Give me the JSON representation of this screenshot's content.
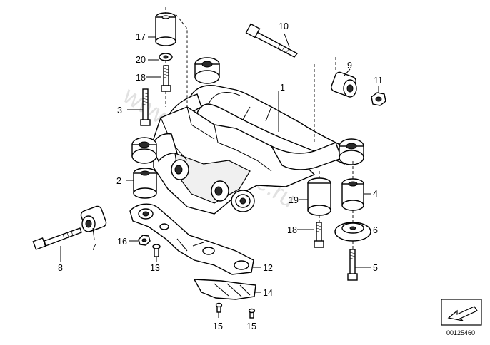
{
  "watermark": "www.BMWstore.ru",
  "catalog_number": "00125460",
  "callouts": [
    {
      "id": "c1",
      "label": "1"
    },
    {
      "id": "c2",
      "label": "2"
    },
    {
      "id": "c3",
      "label": "3"
    },
    {
      "id": "c4",
      "label": "4"
    },
    {
      "id": "c5",
      "label": "5"
    },
    {
      "id": "c6",
      "label": "6"
    },
    {
      "id": "c7",
      "label": "7"
    },
    {
      "id": "c8",
      "label": "8"
    },
    {
      "id": "c9",
      "label": "9"
    },
    {
      "id": "c10",
      "label": "10"
    },
    {
      "id": "c11",
      "label": "11"
    },
    {
      "id": "c12",
      "label": "12"
    },
    {
      "id": "c13",
      "label": "13"
    },
    {
      "id": "c14",
      "label": "14"
    },
    {
      "id": "c15a",
      "label": "15"
    },
    {
      "id": "c15b",
      "label": "15"
    },
    {
      "id": "c16",
      "label": "16"
    },
    {
      "id": "c17",
      "label": "17"
    },
    {
      "id": "c18a",
      "label": "18"
    },
    {
      "id": "c18b",
      "label": "18"
    },
    {
      "id": "c19",
      "label": "19"
    },
    {
      "id": "c20",
      "label": "20"
    }
  ]
}
